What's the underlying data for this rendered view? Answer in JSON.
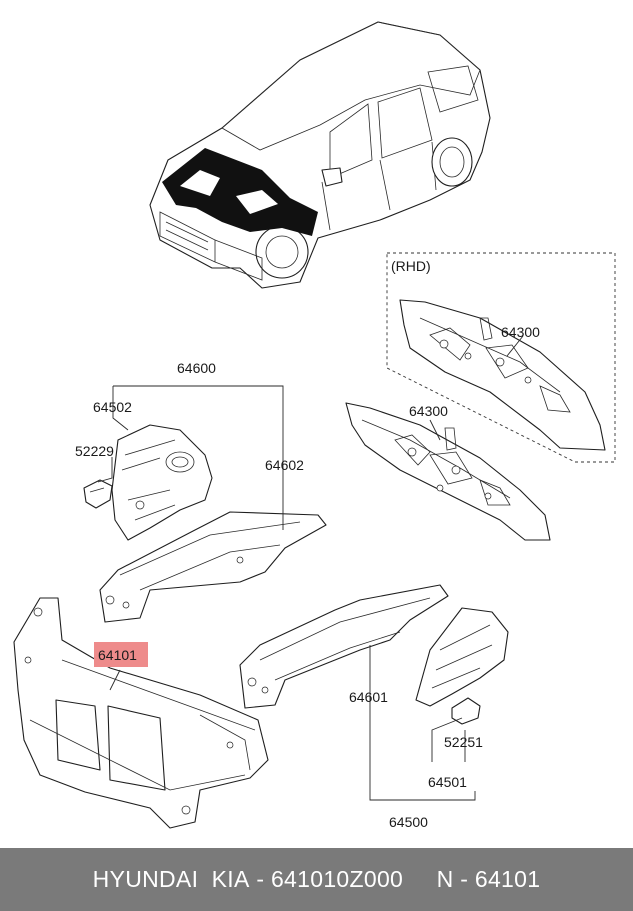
{
  "diagram": {
    "labels": {
      "rhd": "(RHD)",
      "p64300_rhd": "64300",
      "p64300": "64300",
      "p64600": "64600",
      "p64502": "64502",
      "p52229": "52229",
      "p64602": "64602",
      "p64101": "64101",
      "p64601": "64601",
      "p52251": "52251",
      "p64501": "64501",
      "p64500": "64500"
    },
    "highlight_color": "#ee8b8b"
  },
  "footer": {
    "brand": "HYUNDAI  KIA",
    "sep1": " - ",
    "part_number": "641010Z000",
    "gap": "     ",
    "ref": "N - 64101"
  }
}
